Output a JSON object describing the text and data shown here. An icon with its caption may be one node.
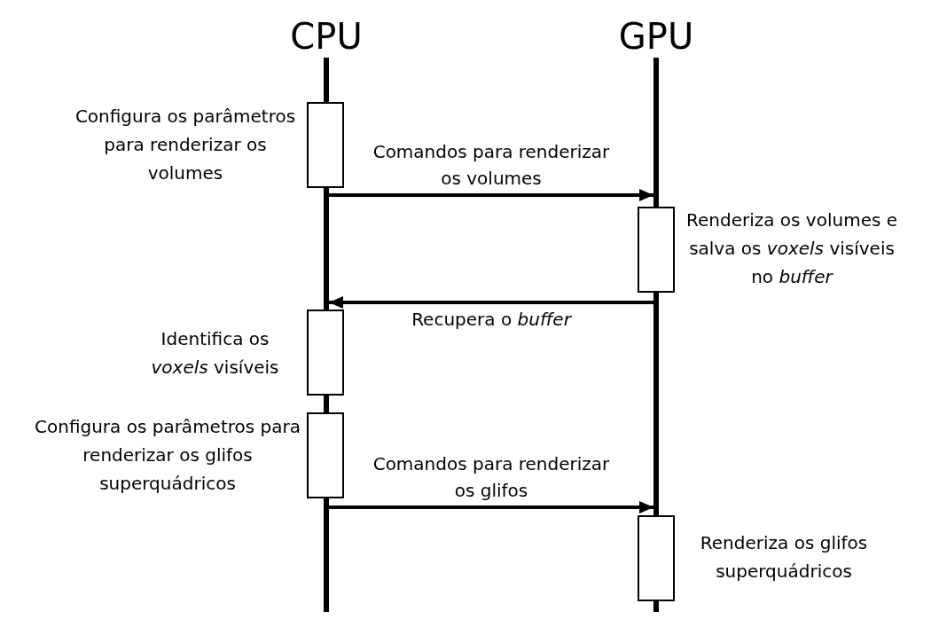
{
  "diagram": {
    "nodes": [
      {
        "text": [
          "CPU"
        ]
      },
      {
        "text": [
          "GPU"
        ]
      },
      {
        "text": [],
        "shape": "bar"
      },
      {
        "text": [],
        "shape": "bar"
      },
      {
        "text": [],
        "shape": "box",
        "beside": [
          "Configura os parâmetros para renderizar os volumes"
        ]
      },
      {
        "text": [],
        "shape": "box",
        "beside": [
          "Renderiza os volumes e salva os *voxels* visíveis no *buffer*"
        ]
      },
      {
        "text": [],
        "shape": "box",
        "beside": [
          "Identifica os *voxels* visíveis"
        ]
      },
      {
        "text": [],
        "shape": "box",
        "beside": [
          "Configura os parâmetros para renderizar os glifos superquádricos"
        ]
      },
      {
        "text": [],
        "shape": "box",
        "beside": [
          "Renderiza os glifos superquádricos"
        ]
      }
    ],
    "edges": [
      {
        "from": 2,
        "to": 3,
        "arrow": "to",
        "label": "Comandos para renderizar os volumes"
      },
      {
        "from": 3,
        "to": 2,
        "arrow": "to",
        "label": "Recupera o *buffer*"
      },
      {
        "from": 2,
        "to": 3,
        "arrow": "to",
        "label": "Comandos para renderizar os glifos"
      }
    ]
  }
}
